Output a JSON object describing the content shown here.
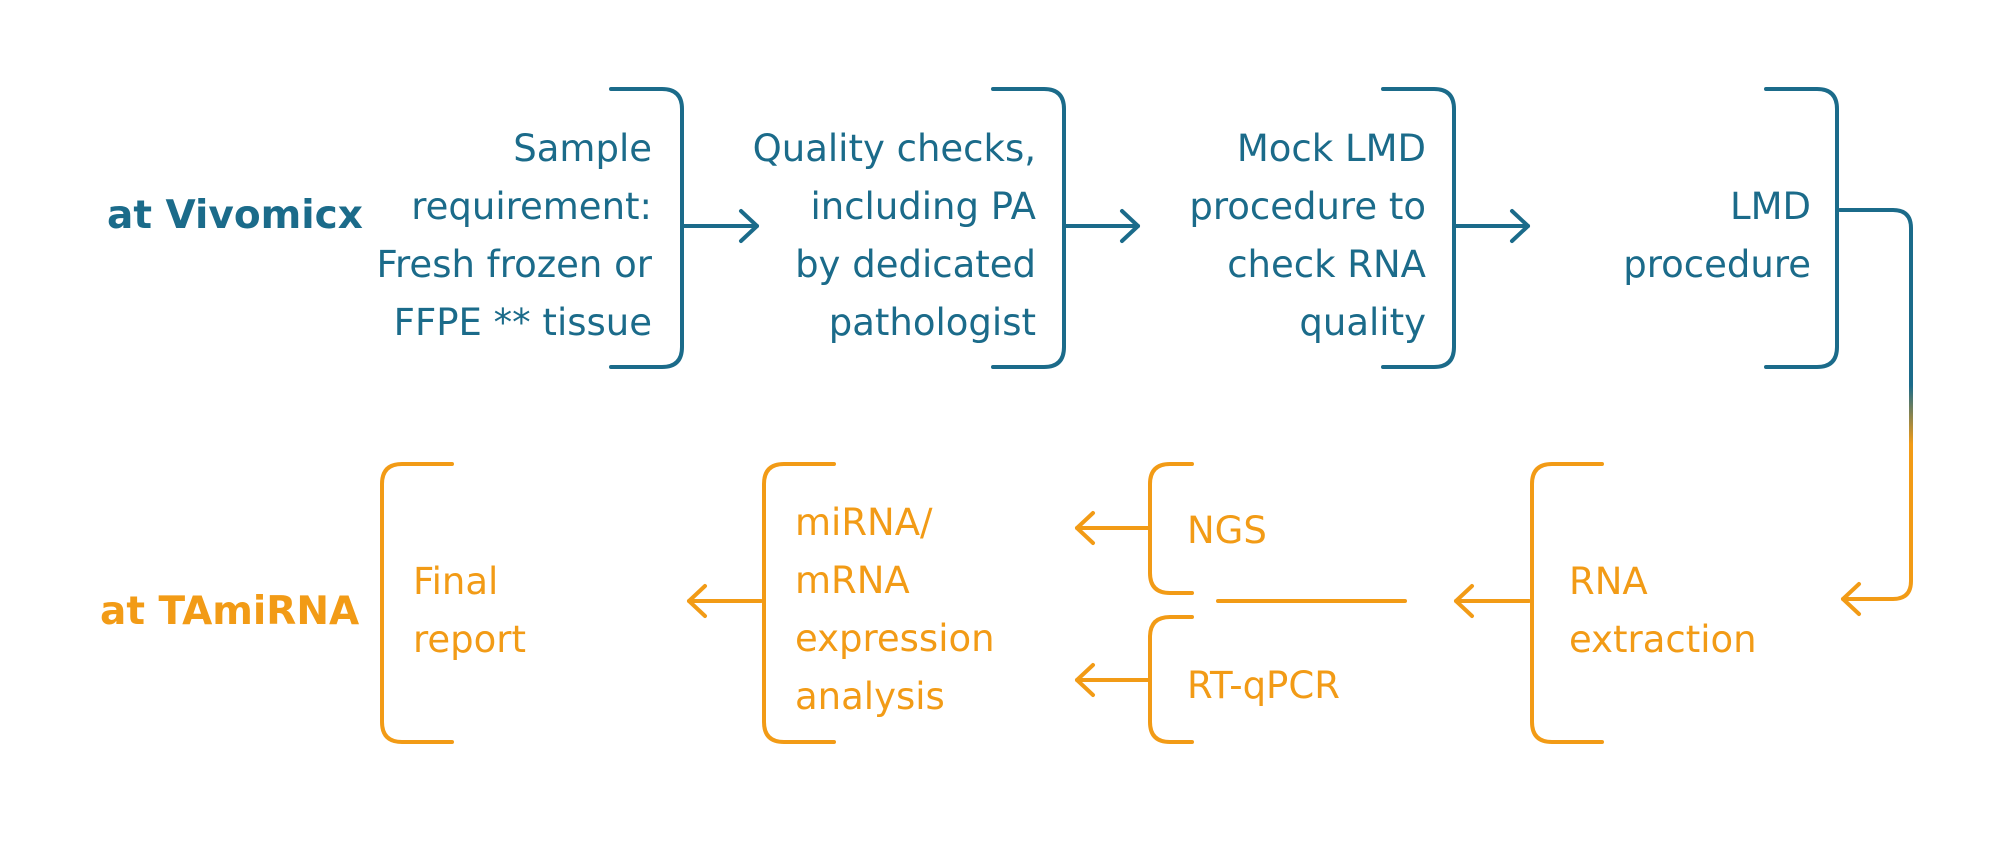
{
  "rows": {
    "vivomicx": {
      "label": "at Vivomicx",
      "color": "#1b6b8a"
    },
    "tamirna": {
      "label": "at TAmiRNA",
      "color": "#f29b16"
    }
  },
  "steps": {
    "sample": "Sample\nrequirement:\nFresh frozen or\nFFPE ** tissue",
    "quality": "Quality checks,\nincluding PA\nby dedicated\npathologist",
    "mock_lmd": "Mock LMD\nprocedure to\ncheck RNA\nquality",
    "lmd": "LMD\nprocedure",
    "rna_extraction": "RNA\nextraction",
    "ngs": "NGS",
    "rt_qpcr": "RT-qPCR",
    "expression": "miRNA/\nmRNA\nexpression\nanalysis",
    "final_report": "Final\nreport"
  }
}
